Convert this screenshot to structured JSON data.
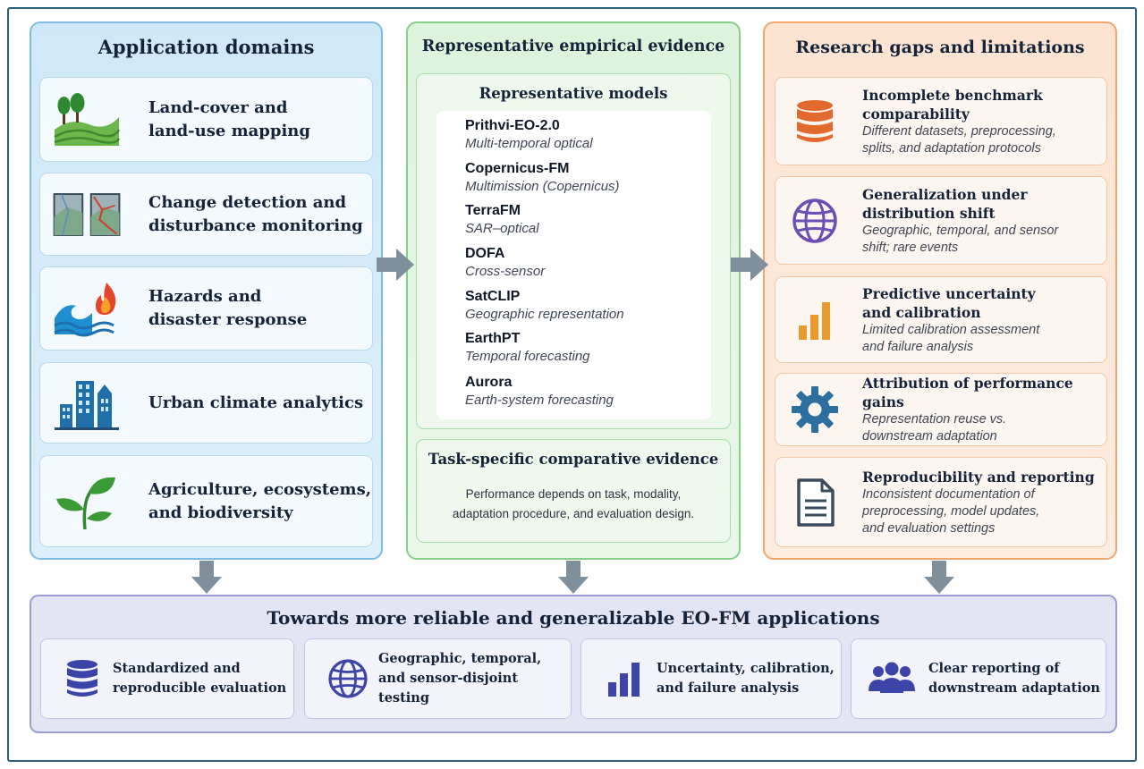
{
  "application_domains": {
    "title": "Application domains",
    "items": [
      {
        "label": "Land-cover and\nland-use mapping",
        "icon": "landscape-trees-icon"
      },
      {
        "label": "Change detection and\ndisturbance monitoring",
        "icon": "change-map-icon"
      },
      {
        "label": "Hazards and\ndisaster response",
        "icon": "wave-fire-icon"
      },
      {
        "label": "Urban climate analytics",
        "icon": "city-buildings-icon"
      },
      {
        "label": "Agriculture, ecosystems,\nand biodiversity",
        "icon": "plant-sprout-icon"
      }
    ]
  },
  "empirical_evidence": {
    "title": "Representative empirical evidence",
    "models_title": "Representative models",
    "models": [
      {
        "name": "Prithvi-EO-2.0",
        "desc": "Multi-temporal optical"
      },
      {
        "name": "Copernicus-FM",
        "desc": "Multimission (Copernicus)"
      },
      {
        "name": "TerraFM",
        "desc": "SAR–optical"
      },
      {
        "name": "DOFA",
        "desc": "Cross-sensor"
      },
      {
        "name": "SatCLIP",
        "desc": "Geographic representation"
      },
      {
        "name": "EarthPT",
        "desc": "Temporal forecasting"
      },
      {
        "name": "Aurora",
        "desc": "Earth-system forecasting"
      }
    ],
    "task_title": "Task-specific comparative evidence",
    "task_body": "Performance depends on task, modality,\nadaptation procedure, and evaluation design."
  },
  "research_gaps": {
    "title": "Research gaps and limitations",
    "items": [
      {
        "title": "Incomplete benchmark\ncomparability",
        "desc": "Different datasets, preprocessing,\nsplits, and adaptation protocols",
        "icon": "database-icon"
      },
      {
        "title": "Generalization under\ndistribution shift",
        "desc": "Geographic, temporal, and sensor\nshift; rare events",
        "icon": "globe-icon"
      },
      {
        "title": "Predictive uncertainty\nand calibration",
        "desc": "Limited calibration assessment\nand failure analysis",
        "icon": "bar-chart-icon"
      },
      {
        "title": "Attribution of performance gains",
        "desc": "Representation reuse vs.\ndownstream adaptation",
        "icon": "gear-icon"
      },
      {
        "title": "Reproducibility and reporting",
        "desc": "Inconsistent documentation of\npreprocessing, model updates,\nand evaluation settings",
        "icon": "document-icon"
      }
    ]
  },
  "outlook": {
    "title": "Towards more reliable and generalizable EO-FM applications",
    "items": [
      {
        "label": "Standardized and\nreproducible evaluation",
        "icon": "database-icon"
      },
      {
        "label": "Geographic, temporal,\nand sensor-disjoint testing",
        "icon": "globe-icon"
      },
      {
        "label": "Uncertainty, calibration,\nand failure analysis",
        "icon": "bar-chart-icon"
      },
      {
        "label": "Clear reporting of\ndownstream adaptation",
        "icon": "users-icon"
      }
    ]
  },
  "colors": {
    "domains_bg": "#cfe8f8",
    "evidence_bg": "#dcf3dc",
    "gaps_bg": "#fce3d2",
    "outlook_bg": "#e4e5f4",
    "arrow": "#7f909c",
    "gap_icon_orange": "#e36a2e",
    "gap_icon_purple": "#6b4fb4",
    "outlook_icon": "#3d44a8"
  }
}
